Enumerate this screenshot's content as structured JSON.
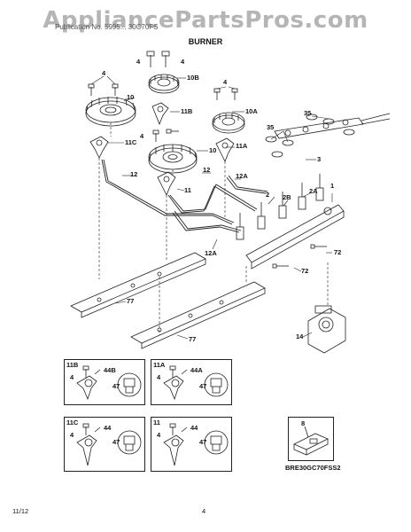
{
  "watermark": "AppliancePartsPros.com",
  "header": {
    "subtitle": "Publication No. 5995...   30C70FS",
    "title": "BURNER"
  },
  "callouts": {
    "c4a": "4",
    "c4b": "4",
    "c4c": "4",
    "c4d": "4",
    "c4e": "4",
    "c10": "10",
    "c10b": "10B",
    "c11b": "11B",
    "c10a": "10A",
    "c11c": "11C",
    "c10c": "10",
    "c11a": "11A",
    "c35a": "35",
    "c35b": "35",
    "c3": "3",
    "c12a": "12",
    "c12b": "12",
    "c12c": "12A",
    "c11": "11",
    "c2": "2",
    "c2b": "2B",
    "c2a": "2A",
    "c1": "1",
    "c12d": "12A",
    "c72a": "72",
    "c72b": "72",
    "c77a": "77",
    "c77b": "77",
    "c14": "14"
  },
  "insets": [
    {
      "id": "11B",
      "screw": "44B",
      "left": "4",
      "cap": "47"
    },
    {
      "id": "11A",
      "screw": "44A",
      "left": "4",
      "cap": "47"
    },
    {
      "id": "11C",
      "screw": "44",
      "left": "4",
      "cap": "47"
    },
    {
      "id": "11",
      "screw": "44",
      "left": "4",
      "cap": "47"
    }
  ],
  "inset_8": {
    "label": "8"
  },
  "model_code": "BRE30GC70FSS2",
  "footer": {
    "date": "11/12",
    "page": "4"
  }
}
